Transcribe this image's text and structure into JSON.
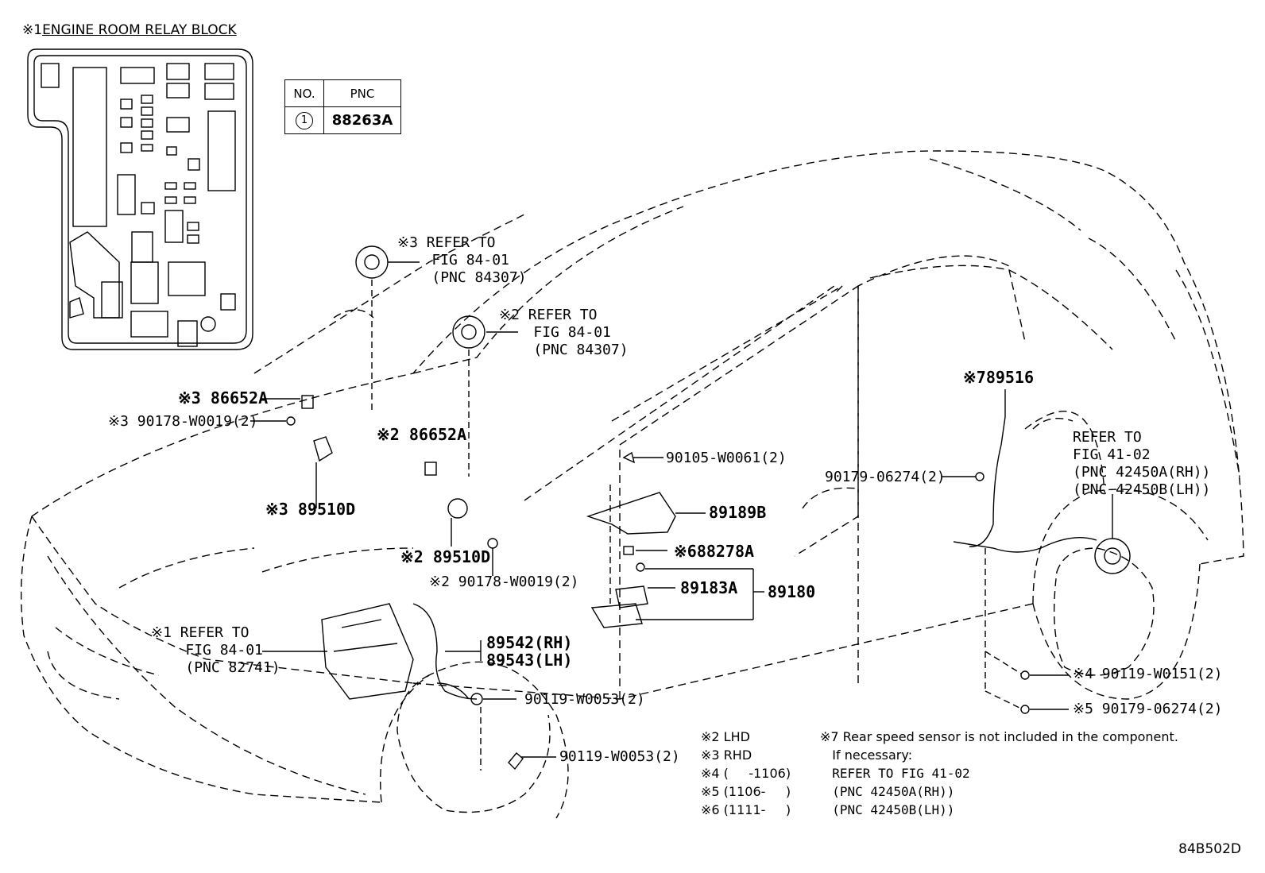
{
  "header": {
    "mark": "※1",
    "title": "ENGINE ROOM RELAY BLOCK"
  },
  "pnc_table": {
    "col_no": "NO.",
    "col_pnc": "PNC",
    "rows": [
      {
        "no": "1",
        "pnc": "88263A"
      }
    ]
  },
  "callouts": {
    "refer3_mark": "※3",
    "refer3_line1": "REFER TO",
    "refer3_line2": "FIG 84-01",
    "refer3_line3": "(PNC 84307)",
    "refer2_mark": "※2",
    "refer2_line1": "REFER TO",
    "refer2_line2": "FIG 84-01",
    "refer2_line3": "(PNC 84307)",
    "p86652A_3_mark": "※3",
    "p86652A_3": "86652A",
    "p90178_3_mark": "※3",
    "p90178_3": "90178-W0019(2)",
    "p86652A_2_mark": "※2",
    "p86652A_2": "86652A",
    "p89510D_3_mark": "※3",
    "p89510D_3": "89510D",
    "p89510D_2_mark": "※2",
    "p89510D_2": "89510D",
    "p90178_2_mark": "※2",
    "p90178_2": "90178-W0019(2)",
    "refer1_mark": "※1",
    "refer1_line1": "REFER TO",
    "refer1_line2": "FIG 84-01",
    "refer1_line3": "(PNC 82741)",
    "p89542": "89542(RH)",
    "p89543": "89543(LH)",
    "p90119_a": "90119-W0053(2)",
    "p90119_b": "90119-W0053(2)",
    "p90105": "90105-W0061(2)",
    "p89189B": "89189B",
    "p88278A_mark": "※6",
    "p88278A": "88278A",
    "p89183A": "89183A",
    "p89180": "89180",
    "p90179_top": "90179-06274(2)",
    "p89516_mark": "※7",
    "p89516": "89516",
    "refer41_line1": "REFER TO",
    "refer41_line2": "FIG 41-02",
    "refer41_line3": "(PNC 42450A(RH))",
    "refer41_line4": "(PNC 42450B(LH))",
    "p90119_w0151_mark": "※4",
    "p90119_w0151": "90119-W0151(2)",
    "p90179_bot_mark": "※5",
    "p90179_bot": "90179-06274(2)"
  },
  "legend": {
    "l2": "※2 LHD",
    "l3": "※3 RHD",
    "l4": "※4 (     -1106)",
    "l5": "※5 (1106-     )",
    "l6": "※6 (1111-     )"
  },
  "footnote": {
    "line1": "※7 Rear speed sensor is not included in the component.",
    "line2": "If necessary:",
    "line3": "REFER TO FIG 41-02",
    "line4": "(PNC 42450A(RH))",
    "line5": "(PNC 42450B(LH))"
  },
  "figure_code": "84B502D"
}
